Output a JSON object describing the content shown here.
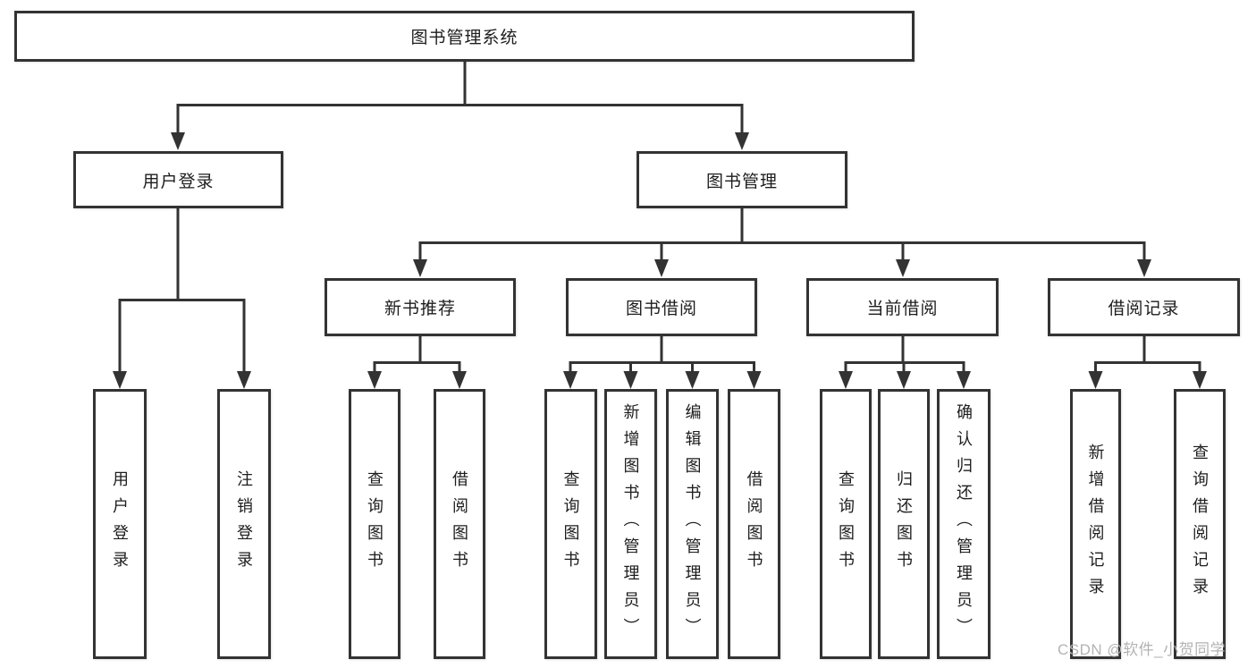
{
  "diagram": {
    "root": {
      "label": "图书管理系统"
    },
    "user_login": {
      "label": "用户登录",
      "children": [
        {
          "label": "用户登录"
        },
        {
          "label": "注销登录"
        }
      ]
    },
    "book_mgmt": {
      "label": "图书管理",
      "groups": [
        {
          "label": "新书推荐",
          "children": [
            {
              "label": "查询图书"
            },
            {
              "label": "借阅图书"
            }
          ]
        },
        {
          "label": "图书借阅",
          "children": [
            {
              "label": "查询图书"
            },
            {
              "label": "新增图书（管理员）"
            },
            {
              "label": "编辑图书（管理员）"
            },
            {
              "label": "借阅图书"
            }
          ]
        },
        {
          "label": "当前借阅",
          "children": [
            {
              "label": "查询图书"
            },
            {
              "label": "归还图书"
            },
            {
              "label": "确认归还（管理员）"
            }
          ]
        },
        {
          "label": "借阅记录",
          "children": [
            {
              "label": "新增借阅记录"
            },
            {
              "label": "查询借阅记录"
            }
          ]
        }
      ]
    }
  },
  "watermark": {
    "text": "CSDN @软件_小贺同学"
  },
  "colors": {
    "line": "#333333",
    "text": "#1d1d1d",
    "watermark": "#b3b3b3",
    "background": "#ffffff"
  }
}
